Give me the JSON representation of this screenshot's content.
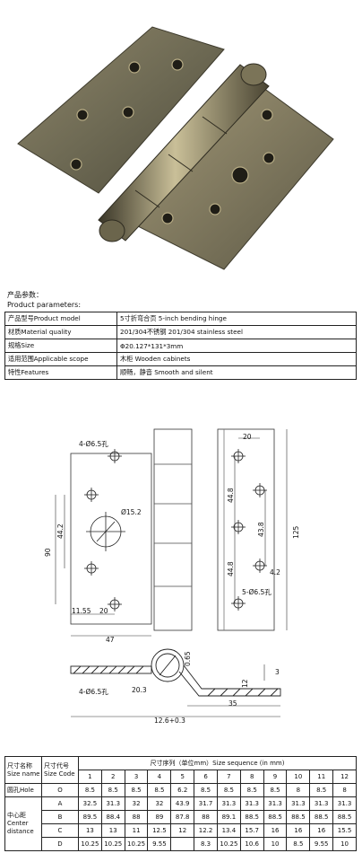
{
  "caption": {
    "zh": "产品参数：",
    "en": "Product parameters:"
  },
  "spec_rows": [
    {
      "key": "产品型号Product model",
      "value": "5寸折弯合页 5-inch bending hinge"
    },
    {
      "key": "材质Material quality",
      "value": "201/304不锈钢 201/304 stainless steel"
    },
    {
      "key": "规格Size",
      "value": "Φ20.127*131*3mm"
    },
    {
      "key": "适用范围Applicable scope",
      "value": "木柜 Wooden cabinets"
    },
    {
      "key": "特性Features",
      "value": "顺畅，静音 Smooth and silent"
    }
  ],
  "drawing": {
    "dims": {
      "hole_left": "4-Ø6.5孔",
      "hole_left_bottom": "4-Ø6.5孔",
      "hole_right": "5-Ø6.5孔",
      "d90": "90",
      "d44_2": "44.2",
      "d15_2": "Ø15.2",
      "d11_55": "11.55",
      "d20a": "20",
      "d47": "47",
      "d20b": "20",
      "d44_8a": "44.8",
      "d44_8b": "44.8",
      "d43_8": "43.8",
      "d125": "125",
      "d4_2": "4.2",
      "d0_65": "0.65",
      "d3": "3",
      "d12": "12",
      "d20_3": "20.3",
      "d35": "35",
      "d12_6": "12.6+0.3"
    }
  },
  "size_table": {
    "header_name": "尺寸名称Size name",
    "header_code": "尺寸代号Size Code",
    "header_seq": "尺寸序列（单位mm）Size sequence (in mm)",
    "columns": [
      "1",
      "2",
      "3",
      "4",
      "5",
      "6",
      "7",
      "8",
      "9",
      "10",
      "11",
      "12"
    ],
    "hole_label": "圆孔Hole",
    "center_label": "中心距Center distance",
    "rows": [
      {
        "code": "O",
        "values": [
          "8.5",
          "8.5",
          "8.5",
          "8.5",
          "6.2",
          "8.5",
          "8.5",
          "8.5",
          "8.5",
          "8",
          "8.5",
          "8"
        ]
      },
      {
        "code": "A",
        "values": [
          "32.5",
          "31.3",
          "32",
          "32",
          "43.9",
          "31.7",
          "31.3",
          "31.3",
          "31.3",
          "31.3",
          "31.3",
          "31.3"
        ]
      },
      {
        "code": "B",
        "values": [
          "89.5",
          "88.4",
          "88",
          "89",
          "87.8",
          "88",
          "89.1",
          "88.5",
          "88.5",
          "88.5",
          "88.5",
          "88.5"
        ]
      },
      {
        "code": "C",
        "values": [
          "13",
          "13",
          "11",
          "12.5",
          "12",
          "12.2",
          "13.4",
          "15.7",
          "16",
          "16",
          "16",
          "15.5"
        ]
      },
      {
        "code": "D",
        "values": [
          "10.25",
          "10.25",
          "10.25",
          "9.55",
          "",
          "8.3",
          "10.25",
          "10.6",
          "10",
          "8.5",
          "9.55",
          "10"
        ]
      }
    ]
  }
}
